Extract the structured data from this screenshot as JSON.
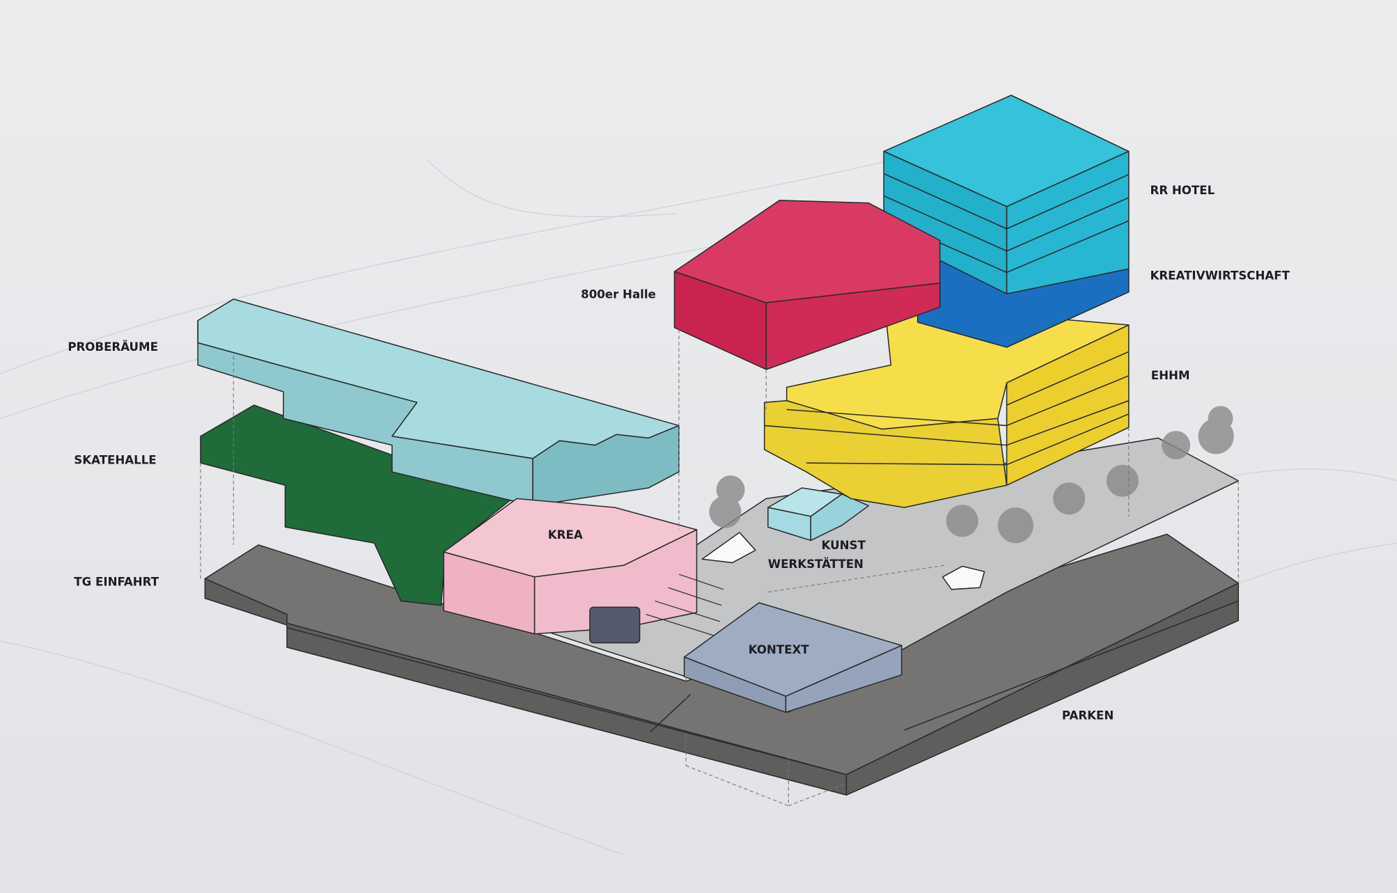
{
  "labels": {
    "proberaeume": "PROBERÄUME",
    "skatehalle": "SKATEHALLE",
    "tg_einfahrt": "TG EINFAHRT",
    "halle_800er": "800er Halle",
    "rr_hotel": "RR HOTEL",
    "kreativwirtschaft": "KREATIVWIRTSCHAFT",
    "ehhm": "EHHM",
    "krea": "KREA",
    "kunst": "KUNST",
    "werkstaetten": "WERKSTÄTTEN",
    "kontext": "KONTEXT",
    "parken": "PARKEN"
  },
  "colors": {
    "proberaeume": "#9fd6dc",
    "skatehalle": "#1f6b3a",
    "parken": "#6d6c6b",
    "plaza": "#c4c5c6",
    "halle_800er": "#d22c5a",
    "rr_hotel": "#27b9d4",
    "kreativwirtschaft": "#1668b8",
    "ehhm": "#f2d73b",
    "krea": "#f0b9c8",
    "kunst_werkstaetten": "#a9dde4",
    "kontext": "#9caabf"
  }
}
